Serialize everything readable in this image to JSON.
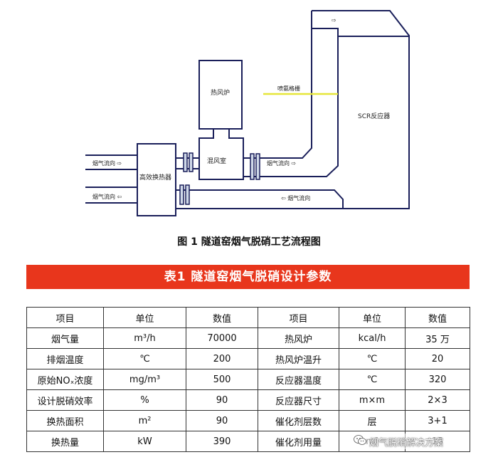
{
  "diagram": {
    "labels": {
      "hot_air_furnace": "热风炉",
      "mixing_chamber": "混风室",
      "heat_exchanger": "高效换热器",
      "scr_reactor": "SCR反应器",
      "ammonia_injection": "喷氨格栅",
      "flue_in_left": "烟气流向 ⇨",
      "flue_out_left": "烟气流向 ⇦",
      "flue_right_top": "烟气流向 ⇨",
      "flue_right_bottom": "⇦ 烟气流向",
      "top_arrow": "⇨"
    },
    "colors": {
      "line": "#1a1f5a",
      "injection": "#e6e63a",
      "pipe_fill": "#cfd8e8"
    }
  },
  "figure_caption": "图 1 隧道窑烟气脱硝工艺流程图",
  "table": {
    "title": "表1 隧道窑烟气脱硝设计参数",
    "banner_color": "#e8361c",
    "headers": [
      "项目",
      "单位",
      "数值",
      "项目",
      "单位",
      "数值"
    ],
    "rows": [
      [
        "烟气量",
        "m³/h",
        "70000",
        "热风炉",
        "kcal/h",
        "35 万"
      ],
      [
        "排烟温度",
        "℃",
        "200",
        "热风炉温升",
        "℃",
        "20"
      ],
      [
        "原始NOₓ浓度",
        "mg/m³",
        "500",
        "反应器温度",
        "℃",
        "320"
      ],
      [
        "设计脱硝效率",
        "%",
        "90",
        "反应器尺寸",
        "m×m",
        "2×3"
      ],
      [
        "换热面积",
        "m²",
        "90",
        "催化剂层数",
        "层",
        "3+1"
      ],
      [
        "换热量",
        "kW",
        "390",
        "催化剂用量",
        "m³",
        "13"
      ]
    ]
  },
  "watermark": {
    "text": "烟气脱硝解决方案",
    "icon": "wechat-icon"
  }
}
